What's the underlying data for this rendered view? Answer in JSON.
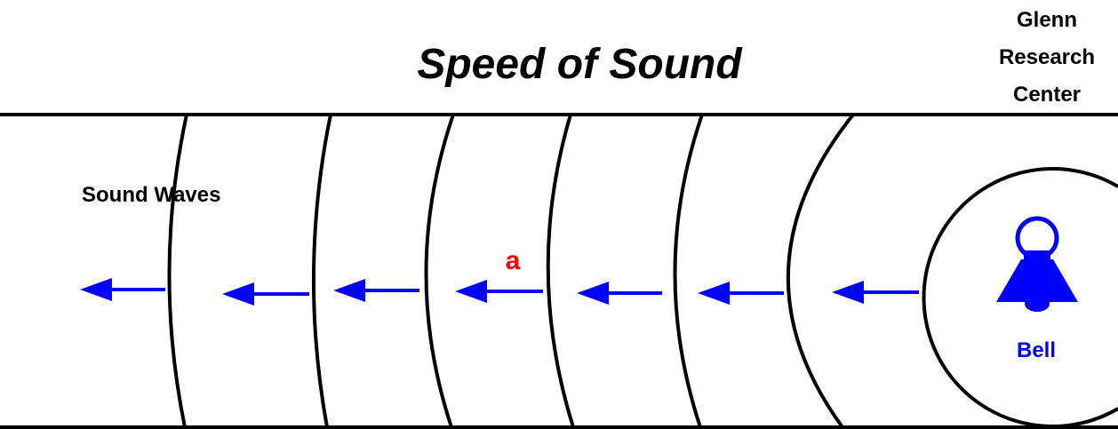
{
  "title": "Speed of Sound",
  "organization": [
    "Glenn",
    "Research",
    "Center"
  ],
  "labels": {
    "sound_waves": "Sound Waves",
    "point_a": "a",
    "source": "Bell"
  },
  "colors": {
    "title": "#000000",
    "lines": "#000000",
    "arrows": "#0000ff",
    "bell": "#0000ff",
    "point_label": "#ff0000",
    "background": "#ffffff"
  },
  "wave_front_count": 6
}
